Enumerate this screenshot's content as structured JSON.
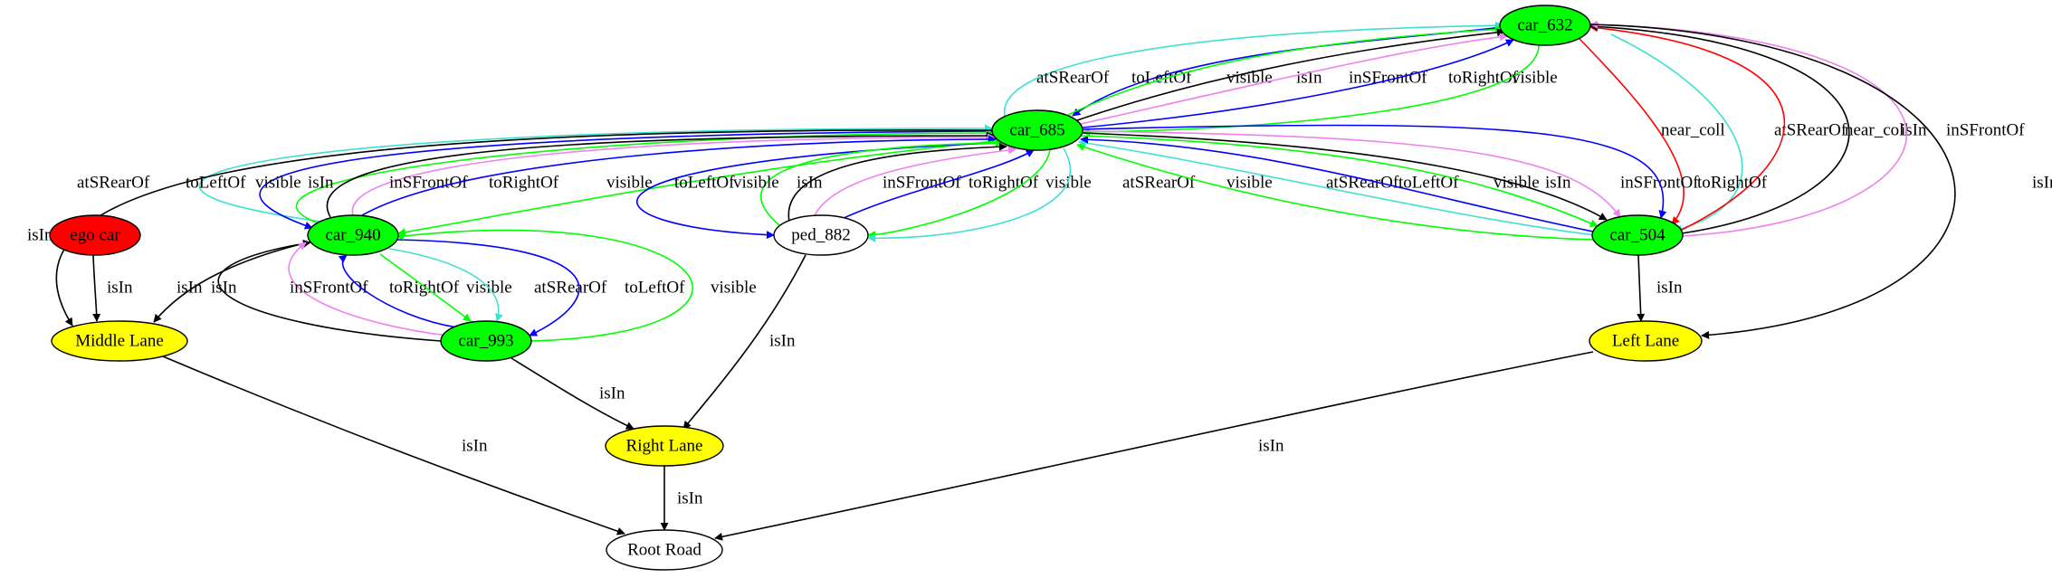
{
  "nodes": [
    {
      "id": "car_632",
      "label": "car_632",
      "fill": "#00ff00"
    },
    {
      "id": "car_685",
      "label": "car_685",
      "fill": "#00ff00"
    },
    {
      "id": "car_940",
      "label": "car_940",
      "fill": "#00ff00"
    },
    {
      "id": "ped_882",
      "label": "ped_882",
      "fill": "#ffffff"
    },
    {
      "id": "car_504",
      "label": "car_504",
      "fill": "#00ff00"
    },
    {
      "id": "ego_car",
      "label": "ego car",
      "fill": "#ff0000"
    },
    {
      "id": "car_993",
      "label": "car_993",
      "fill": "#00ff00"
    },
    {
      "id": "middle_lane",
      "label": "Middle Lane",
      "fill": "#ffff00"
    },
    {
      "id": "left_lane",
      "label": "Left Lane",
      "fill": "#ffff00"
    },
    {
      "id": "right_lane",
      "label": "Right Lane",
      "fill": "#ffff00"
    },
    {
      "id": "root_road",
      "label": "Root Road",
      "fill": "#ffffff"
    }
  ],
  "edges": [
    {
      "from": "car_685",
      "to": "car_632",
      "label": "atSRearOf",
      "color": "#40e0d0"
    },
    {
      "from": "car_632",
      "to": "car_685",
      "label": "toLeftOf",
      "color": "#0000ff"
    },
    {
      "from": "car_685",
      "to": "car_632",
      "label": "visible",
      "color": "#00ff00"
    },
    {
      "from": "car_685",
      "to": "car_632",
      "label": "isIn",
      "color": "#000000"
    },
    {
      "from": "car_685",
      "to": "car_632",
      "label": "inSFrontOf",
      "color": "#ee82ee"
    },
    {
      "from": "car_685",
      "to": "car_632",
      "label": "toRightOf",
      "color": "#0000ff"
    },
    {
      "from": "car_632",
      "to": "car_685",
      "label": "visible",
      "color": "#00ff00"
    },
    {
      "from": "car_632",
      "to": "car_504",
      "label": "near_coll",
      "color": "#ff0000"
    },
    {
      "from": "car_504",
      "to": "car_632",
      "label": "atSRearOf",
      "color": "#40e0d0"
    },
    {
      "from": "car_504",
      "to": "car_632",
      "label": "near_coll",
      "color": "#ff0000"
    },
    {
      "from": "car_504",
      "to": "car_632",
      "label": "isIn",
      "color": "#000000"
    },
    {
      "from": "car_504",
      "to": "car_632",
      "label": "inSFrontOf",
      "color": "#ee82ee"
    },
    {
      "from": "car_632",
      "to": "left_lane",
      "label": "isIn",
      "color": "#000000"
    },
    {
      "from": "car_940",
      "to": "car_685",
      "label": "atSRearOf",
      "color": "#40e0d0"
    },
    {
      "from": "car_685",
      "to": "car_940",
      "label": "toLeftOf",
      "color": "#0000ff"
    },
    {
      "from": "car_940",
      "to": "car_685",
      "label": "visible",
      "color": "#00ff00"
    },
    {
      "from": "car_940",
      "to": "car_685",
      "label": "isIn",
      "color": "#000000"
    },
    {
      "from": "car_940",
      "to": "car_685",
      "label": "inSFrontOf",
      "color": "#ee82ee"
    },
    {
      "from": "car_940",
      "to": "car_685",
      "label": "toRightOf",
      "color": "#0000ff"
    },
    {
      "from": "car_685",
      "to": "car_940",
      "label": "visible",
      "color": "#00ff00"
    },
    {
      "from": "car_685",
      "to": "ped_882",
      "label": "toLeftOf",
      "color": "#0000ff"
    },
    {
      "from": "ped_882",
      "to": "car_685",
      "label": "visible",
      "color": "#00ff00"
    },
    {
      "from": "ped_882",
      "to": "car_685",
      "label": "isIn",
      "color": "#000000"
    },
    {
      "from": "ped_882",
      "to": "car_685",
      "label": "inSFrontOf",
      "color": "#ee82ee"
    },
    {
      "from": "ped_882",
      "to": "car_685",
      "label": "toRightOf",
      "color": "#0000ff"
    },
    {
      "from": "car_685",
      "to": "ped_882",
      "label": "visible",
      "color": "#00ff00"
    },
    {
      "from": "car_685",
      "to": "ped_882",
      "label": "atSRearOf",
      "color": "#40e0d0"
    },
    {
      "from": "car_504",
      "to": "car_685",
      "label": "visible",
      "color": "#00ff00"
    },
    {
      "from": "car_504",
      "to": "car_685",
      "label": "atSRearOf",
      "color": "#40e0d0"
    },
    {
      "from": "car_504",
      "to": "car_685",
      "label": "toLeftOf",
      "color": "#0000ff"
    },
    {
      "from": "car_685",
      "to": "car_504",
      "label": "visible",
      "color": "#00ff00"
    },
    {
      "from": "car_685",
      "to": "car_504",
      "label": "isIn",
      "color": "#000000"
    },
    {
      "from": "car_685",
      "to": "car_504",
      "label": "inSFrontOf",
      "color": "#ee82ee"
    },
    {
      "from": "car_685",
      "to": "car_504",
      "label": "toRightOf",
      "color": "#0000ff"
    },
    {
      "from": "car_685",
      "to": "middle_lane",
      "label": "isIn",
      "color": "#000000"
    },
    {
      "from": "ego_car",
      "to": "middle_lane",
      "label": "isIn",
      "color": "#000000"
    },
    {
      "from": "car_940",
      "to": "middle_lane",
      "label": "isIn",
      "color": "#000000"
    },
    {
      "from": "car_993",
      "to": "car_940",
      "label": "isIn",
      "color": "#000000"
    },
    {
      "from": "car_993",
      "to": "car_940",
      "label": "inSFrontOf",
      "color": "#ee82ee"
    },
    {
      "from": "car_993",
      "to": "car_940",
      "label": "toRightOf",
      "color": "#0000ff"
    },
    {
      "from": "car_940",
      "to": "car_993",
      "label": "visible",
      "color": "#00ff00"
    },
    {
      "from": "car_940",
      "to": "car_993",
      "label": "atSRearOf",
      "color": "#40e0d0"
    },
    {
      "from": "car_940",
      "to": "car_993",
      "label": "toLeftOf",
      "color": "#0000ff"
    },
    {
      "from": "car_993",
      "to": "car_940",
      "label": "visible",
      "color": "#00ff00"
    },
    {
      "from": "car_993",
      "to": "right_lane",
      "label": "isIn",
      "color": "#000000"
    },
    {
      "from": "ped_882",
      "to": "right_lane",
      "label": "isIn",
      "color": "#000000"
    },
    {
      "from": "car_504",
      "to": "left_lane",
      "label": "isIn",
      "color": "#000000"
    },
    {
      "from": "middle_lane",
      "to": "root_road",
      "label": "isIn",
      "color": "#000000"
    },
    {
      "from": "right_lane",
      "to": "root_road",
      "label": "isIn",
      "color": "#000000"
    },
    {
      "from": "left_lane",
      "to": "root_road",
      "label": "isIn",
      "color": "#000000"
    }
  ]
}
